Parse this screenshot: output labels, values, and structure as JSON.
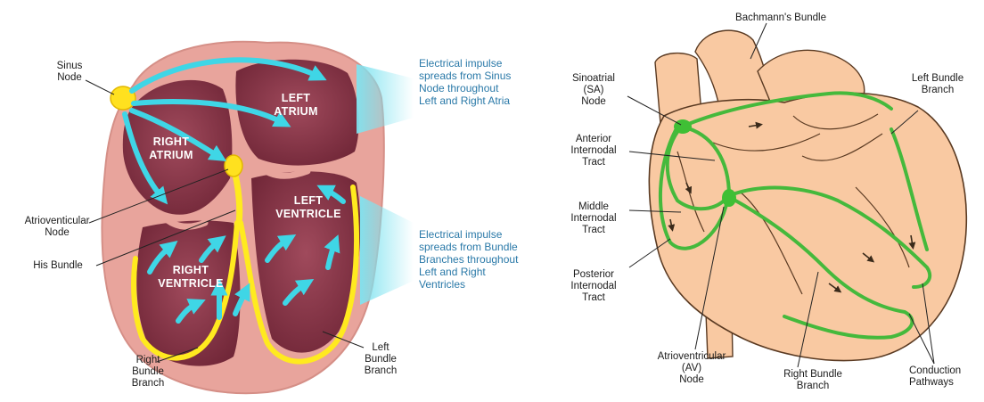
{
  "left_diagram": {
    "chambers": {
      "right_atrium": "RIGHT\nATRIUM",
      "left_atrium": "LEFT\nATRIUM",
      "left_ventricle": "LEFT\nVENTRICLE",
      "right_ventricle": "RIGHT\nVENTRICLE"
    },
    "labels": {
      "sinus_node": "Sinus\nNode",
      "av_node": "Atrioventicular\nNode",
      "his_bundle": "His Bundle",
      "right_bundle_branch": "Right\nBundle\nBranch",
      "left_bundle_branch": "Left\nBundle\nBranch"
    },
    "notes": {
      "atria_impulse": "Electrical impulse\nspreads from Sinus\nNode throughout\nLeft and Right Atria",
      "ventricle_impulse": "Electrical impulse\nspreads from Bundle\nBranches throughout\nLeft and Right\nVentricles"
    }
  },
  "right_diagram": {
    "labels": {
      "bachmanns_bundle": "Bachmann's Bundle",
      "sa_node": "Sinoatrial\n(SA)\nNode",
      "anterior_tract": "Anterior\nInternodal\nTract",
      "middle_tract": "Middle\nInternodal\nTract",
      "posterior_tract": "Posterior\nInternodal\nTract",
      "av_node": "Atrioventricular\n(AV)\nNode",
      "right_bundle_branch": "Right Bundle\nBranch",
      "left_bundle_branch": "Left Bundle\nBranch",
      "conduction_pathways": "Conduction\nPathways"
    }
  },
  "colors": {
    "muscle": "#e8a49c",
    "chamber": "#7d2d3d",
    "arrow": "#3fd6e6",
    "yellow_path": "#ffea1f",
    "heart_skin": "#f9c9a2",
    "green_path": "#45b93c",
    "note_text": "#2a79a8"
  }
}
